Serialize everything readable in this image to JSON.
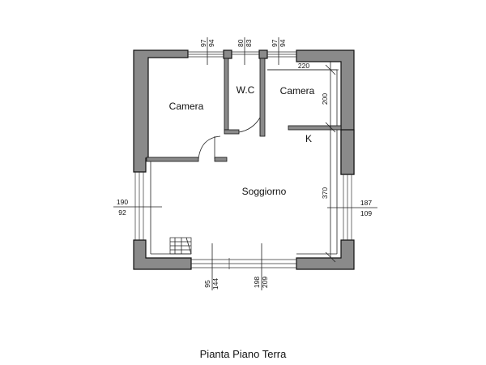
{
  "caption": "Pianta Piano Terra",
  "rooms": {
    "camera_left": "Camera",
    "wc": "W.C",
    "camera_right": "Camera",
    "kitchen": "K",
    "living": "Soggiorno"
  },
  "dimensions": {
    "top_window1_w": "97",
    "top_window1_h": "94",
    "top_window2_w": "80",
    "top_window2_h": "83",
    "top_window3_w": "97",
    "top_window3_h": "94",
    "camera_right_width": "220",
    "camera_right_depth": "200",
    "living_depth": "370",
    "left_window_w": "190",
    "left_window_h": "92",
    "right_window_w": "187",
    "right_window_h": "109",
    "bottom_window1_w": "95",
    "bottom_window1_h": "144",
    "bottom_window2_w": "198",
    "bottom_window2_h": "209"
  }
}
